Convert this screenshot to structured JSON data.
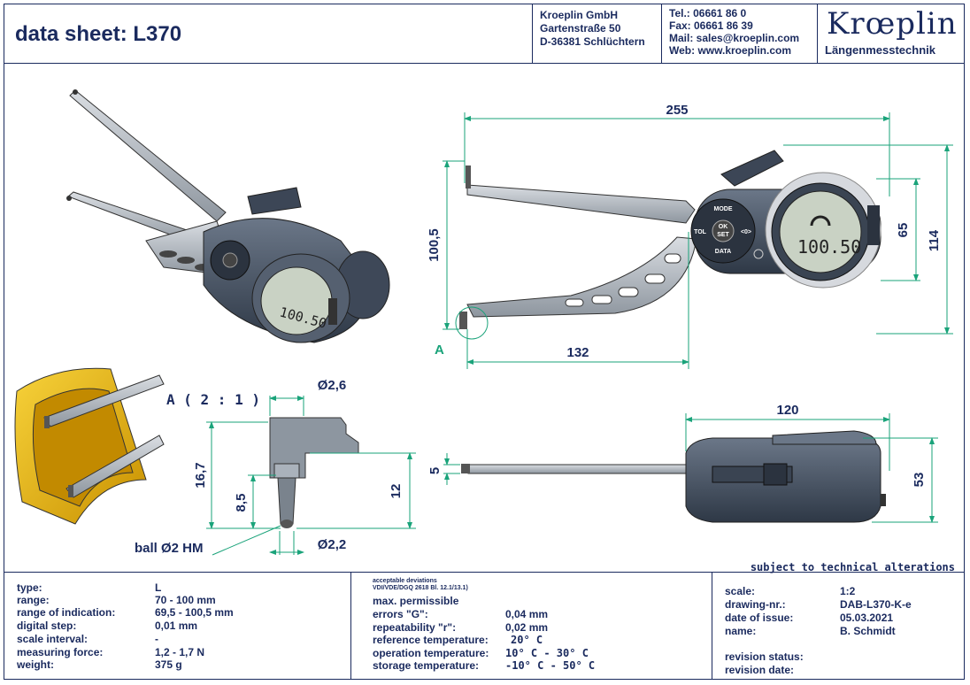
{
  "header": {
    "title": "data sheet:  L370",
    "company": [
      "Kroeplin GmbH",
      "Gartenstraße 50",
      "D-36381 Schlüchtern"
    ],
    "contact": [
      "Tel.:  06661 86 0",
      "Fax:  06661 86 39",
      "Mail: sales@kroeplin.com",
      "Web: www.kroeplin.com"
    ],
    "brand": "Krœplin",
    "brand_sub": "Längenmesstechnik"
  },
  "display": {
    "reading": "100.50"
  },
  "keys": {
    "mode": "MODE",
    "ok": "OK",
    "set": "SET",
    "tol": "TOL",
    "zero": "<0>",
    "data": "DATA"
  },
  "dims": {
    "d255": "255",
    "d100_5": "100,5",
    "d65": "65",
    "d114": "114",
    "d132": "132",
    "a_label": "A",
    "detail_label": "A ( 2 : 1 )",
    "d2_6": "Ø2,6",
    "d16_7": "16,7",
    "d8_5": "8,5",
    "d12": "12",
    "d2_2": "Ø2,2",
    "ball": "ball Ø2 HM",
    "d120": "120",
    "d5": "5",
    "d53": "53"
  },
  "note": "subject to technical alterations",
  "specs": {
    "labels": [
      "type:",
      "range:",
      "range of indication:",
      "digital step:",
      "scale interval:",
      "measuring force:",
      "weight:"
    ],
    "values": [
      "L",
      "70 - 100 mm",
      "69,5 - 100,5 mm",
      "0,01 mm",
      "-",
      "1,2 - 1,7 N",
      "375 g"
    ]
  },
  "deviations": {
    "head1": "acceptable deviations",
    "head2": "VDI/VDE/DGQ 2618 Bl. 12.1/13.1)",
    "head3": "max. permissible",
    "labels": [
      "errors \"G\":",
      "repeatability \"r\":",
      "reference temperature:",
      "operation temperature:",
      "storage temperature:"
    ],
    "values": [
      "0,04 mm",
      "0,02 mm",
      "20° C",
      "10° C - 30° C",
      "-10° C - 50° C"
    ]
  },
  "drawing_info": {
    "labels": [
      "scale:",
      "drawing-nr.:",
      "date of issue:",
      "name:"
    ],
    "values": [
      "1:2",
      "DAB-L370-K-e",
      "05.03.2021",
      "B. Schmidt"
    ],
    "revision": [
      "revision status:",
      "revision date:"
    ]
  },
  "colors": {
    "ink": "#1a2a5e",
    "dim": "#1aa37a",
    "body": "#4a5768",
    "gold": "#e8b400"
  }
}
